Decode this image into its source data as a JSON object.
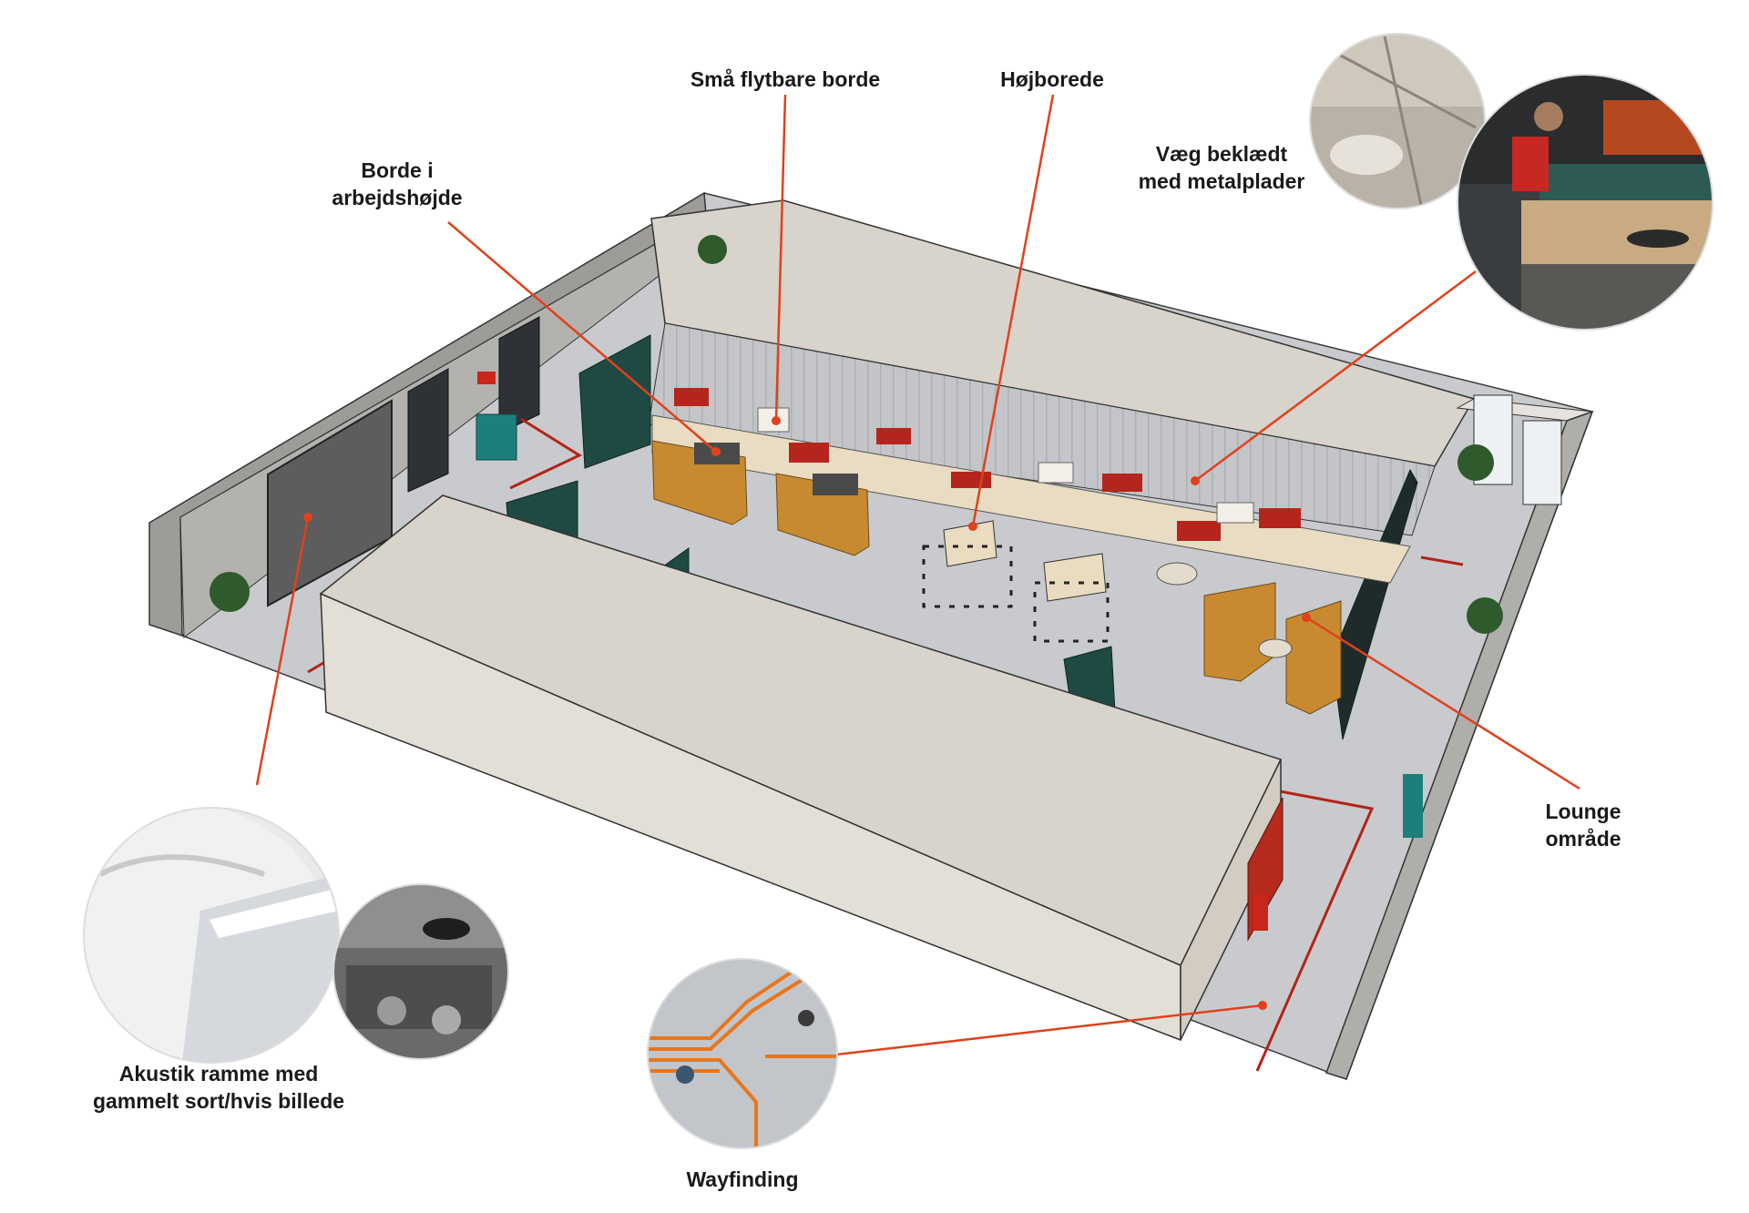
{
  "labels": {
    "sma_borde": "Små flytbare borde",
    "hojborede": "Højborede",
    "borde_line1": "Borde i",
    "borde_line2": "arbejdshøjde",
    "vaeg_line1": "Væg beklædt",
    "vaeg_line2": "med metalplader",
    "lounge_line1": "Lounge",
    "lounge_line2": "område",
    "akustik_line1": "Akustik ramme med",
    "akustik_line2": "gammelt sort/hvis billede",
    "wayfinding": "Wayfinding"
  },
  "colors": {
    "accent": "#e0411c",
    "floor": "#c9cacd",
    "wall_beige": "#d8d3cb",
    "wall_gray": "#9a9896",
    "green_panel": "#1f4a44",
    "chair_orange": "#c88a30",
    "cushion_red": "#b5251d",
    "table_wood": "#e9dcc2"
  }
}
